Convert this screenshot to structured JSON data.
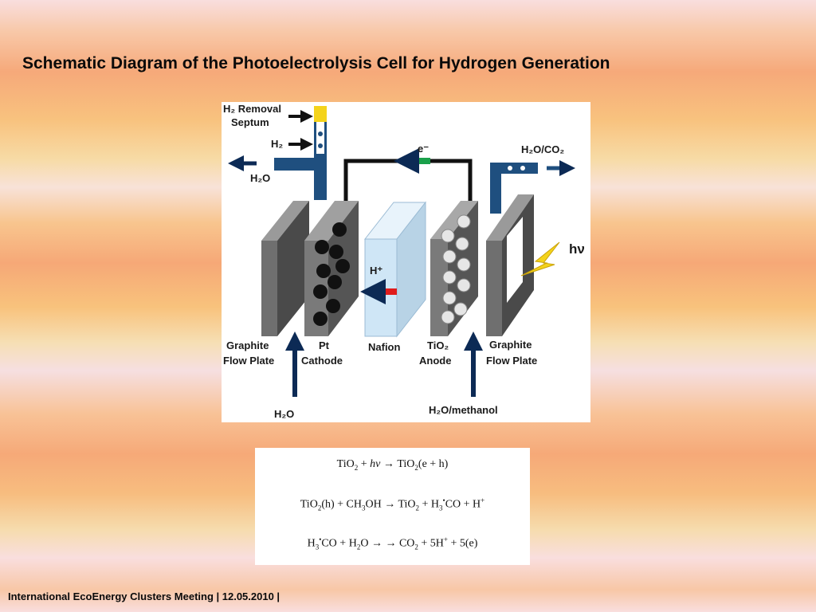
{
  "title": "Schematic Diagram of the Photoelectrolysis Cell for Hydrogen Generation",
  "diagram": {
    "labels": {
      "h2_removal_septum": {
        "line1": "H₂ Removal",
        "line2": "Septum"
      },
      "h2": "H₂",
      "h2o_left": "H₂O",
      "electron": "e⁻",
      "h2o_co2": "H₂O/CO₂",
      "hv": "hν",
      "h_plus": "H⁺",
      "graphite_left": {
        "line1": "Graphite",
        "line2": "Flow Plate"
      },
      "pt_cathode": {
        "line1": "Pt",
        "line2": "Cathode"
      },
      "nafion": "Nafion",
      "tio2_anode": {
        "line1": "TiO₂",
        "line2": "Anode"
      },
      "graphite_right": {
        "line1": "Graphite",
        "line2": "Flow Plate"
      },
      "h2o_bottom": "H₂O",
      "h2o_methanol": "H₂O/methanol"
    },
    "colors": {
      "pipe": "#1f4f7f",
      "plate": "#666666",
      "nafion": "#cfe6f6",
      "electron_arrow": "#1aa04a",
      "proton_arrow": "#e01b1b",
      "lightning": "#f4d31b",
      "dark_arrow": "#0c2a55"
    }
  },
  "equations": {
    "eq1": {
      "a": "TiO",
      "a_sub": "2",
      "plus1": " + ",
      "hv": "hν",
      "arrow": " → ",
      "b": "TiO",
      "b_sub": "2",
      "b_rest": "(e + h)"
    },
    "eq2": {
      "a": "TiO",
      "a_sub": "2",
      "a_rest": "(h) + CH",
      "ch_sub": "3",
      "oh": "OH",
      "arrow": " → ",
      "b": "TiO",
      "b_sub": "2",
      "plus": " + H",
      "h_sub": "3",
      "dot": "•",
      "co": "CO + H",
      "hplus": "+"
    },
    "eq3": {
      "h": "H",
      "h_sub": "3",
      "dot": "•",
      "co": "CO + H",
      "h2_sub": "2",
      "o": "O",
      "arrow": " →   → CO",
      "co2_sub": "2",
      "rest": " + 5H",
      "sup": "+",
      "tail": " + 5(e)"
    }
  },
  "footer": "International EcoEnergy Clusters Meeting | 12.05.2010 |"
}
